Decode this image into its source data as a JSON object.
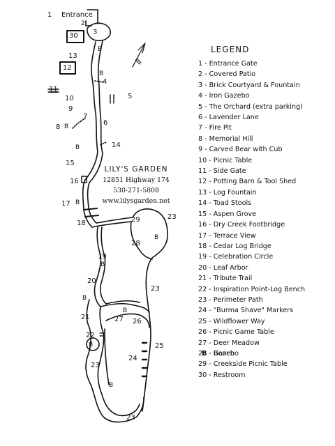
{
  "title": "LEGEND",
  "garden": {
    "name": "LILY'S GARDEN",
    "address": "12851 Highway 174",
    "phone": "530-271-5808",
    "website": "www.lilysgarden.net"
  },
  "map_labels": {
    "entrance": "Entrance",
    "n1": "1",
    "n2": "2",
    "n3": "3",
    "n4": "4",
    "n5": "5",
    "n6": "6",
    "n7": "7",
    "n8": "8",
    "n9": "9",
    "n10": "10",
    "n11": "11",
    "n12": "12",
    "n13": "13",
    "n14": "14",
    "n15": "15",
    "n16": "16",
    "n17": "17",
    "n18": "18",
    "n19": "19",
    "n20": "20",
    "n21": "21",
    "n22": "22",
    "n23": "23",
    "n24": "24",
    "n25": "25",
    "n26": "26",
    "n27": "27",
    "n28": "28",
    "n29": "29",
    "n30": "30",
    "bench": "B"
  },
  "legend": [
    "1 - Entrance Gate",
    "2 - Covered Patio",
    "3 - Brick Courtyard & Fountain",
    "4 - Iron Gazebo",
    "5 - The Orchard (extra parking)",
    "6 - Lavender Lane",
    "7 - Fire Pit",
    "8 - Memorial Hill",
    "9 - Carved Bear with Cub",
    "10 - Picnic Table",
    "11 - Side Gate",
    "12 - Potting Barn & Tool Shed",
    "13 - Log Fountain",
    "14 - Toad Stools",
    "15 - Aspen Grove",
    "16 - Dry Creek Footbridge",
    "17 - Terrace View",
    "18 - Cedar Log Bridge",
    "19 - Celebration Circle",
    "20 - Leaf Arbor",
    "21 - Tribute Trail",
    "22 - Inspiration Point-Log Bench",
    "23 - Perimeter Path",
    "24 - \"Burma Shave\" Markers",
    "25 - Wildflower Way",
    "26 - Picnic Game Table",
    "27 - Deer Meadow",
    "28 - Gazebo",
    "29 - Creekside Picnic Table",
    "30 - Restroom"
  ],
  "bench_key": {
    "symbol": "B",
    "text": " - Bench"
  }
}
